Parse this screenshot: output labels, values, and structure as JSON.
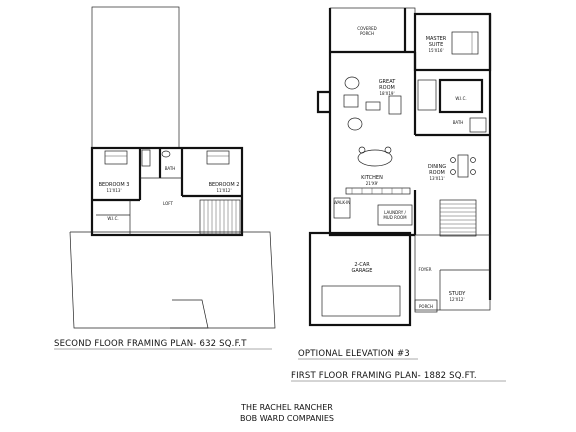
{
  "second_floor": {
    "rooms": {
      "bedroom3_name": "BEDROOM 3",
      "bedroom3_size": "11'X13'",
      "bath": "BATH",
      "bedroom2_name": "BEDROOM 2",
      "bedroom2_size": "11'X12'",
      "wic": "W.I.C.",
      "loft": "LOFT"
    },
    "caption": "SECOND FLOOR FRAMING PLAN- 632 SQ.F.T"
  },
  "first_floor": {
    "rooms": {
      "covered_porch_1": "COVERED",
      "covered_porch_2": "PORCH",
      "master_suite_1": "MASTER",
      "master_suite_2": "SUITE",
      "master_suite_size": "15'X16'",
      "great_room_1": "GREAT",
      "great_room_2": "ROOM",
      "great_room_size": "18'X19'",
      "wic": "W.I.C.",
      "bath": "BATH",
      "dining_1": "DINING",
      "dining_2": "ROOM",
      "dining_size": "13'X11'",
      "kitchen": "KITCHEN",
      "kitchen_size": "21'X9'",
      "walkin_pantry": "WALK-IN",
      "laundry_1": "LAUNDRY /",
      "laundry_2": "MUD ROOM",
      "garage_1": "2-CAR",
      "garage_2": "GARAGE",
      "foyer": "FOYER",
      "study": "STUDY",
      "study_size": "12'X12'",
      "porch": "PORCH"
    },
    "optional_elevation": "OPTIONAL ELEVATION #3",
    "caption": "FIRST FLOOR FRAMING PLAN- 1882 SQ.FT."
  },
  "title_block": {
    "line1": "THE RACHEL RANCHER",
    "line2": "BOB WARD COMPANIES"
  }
}
